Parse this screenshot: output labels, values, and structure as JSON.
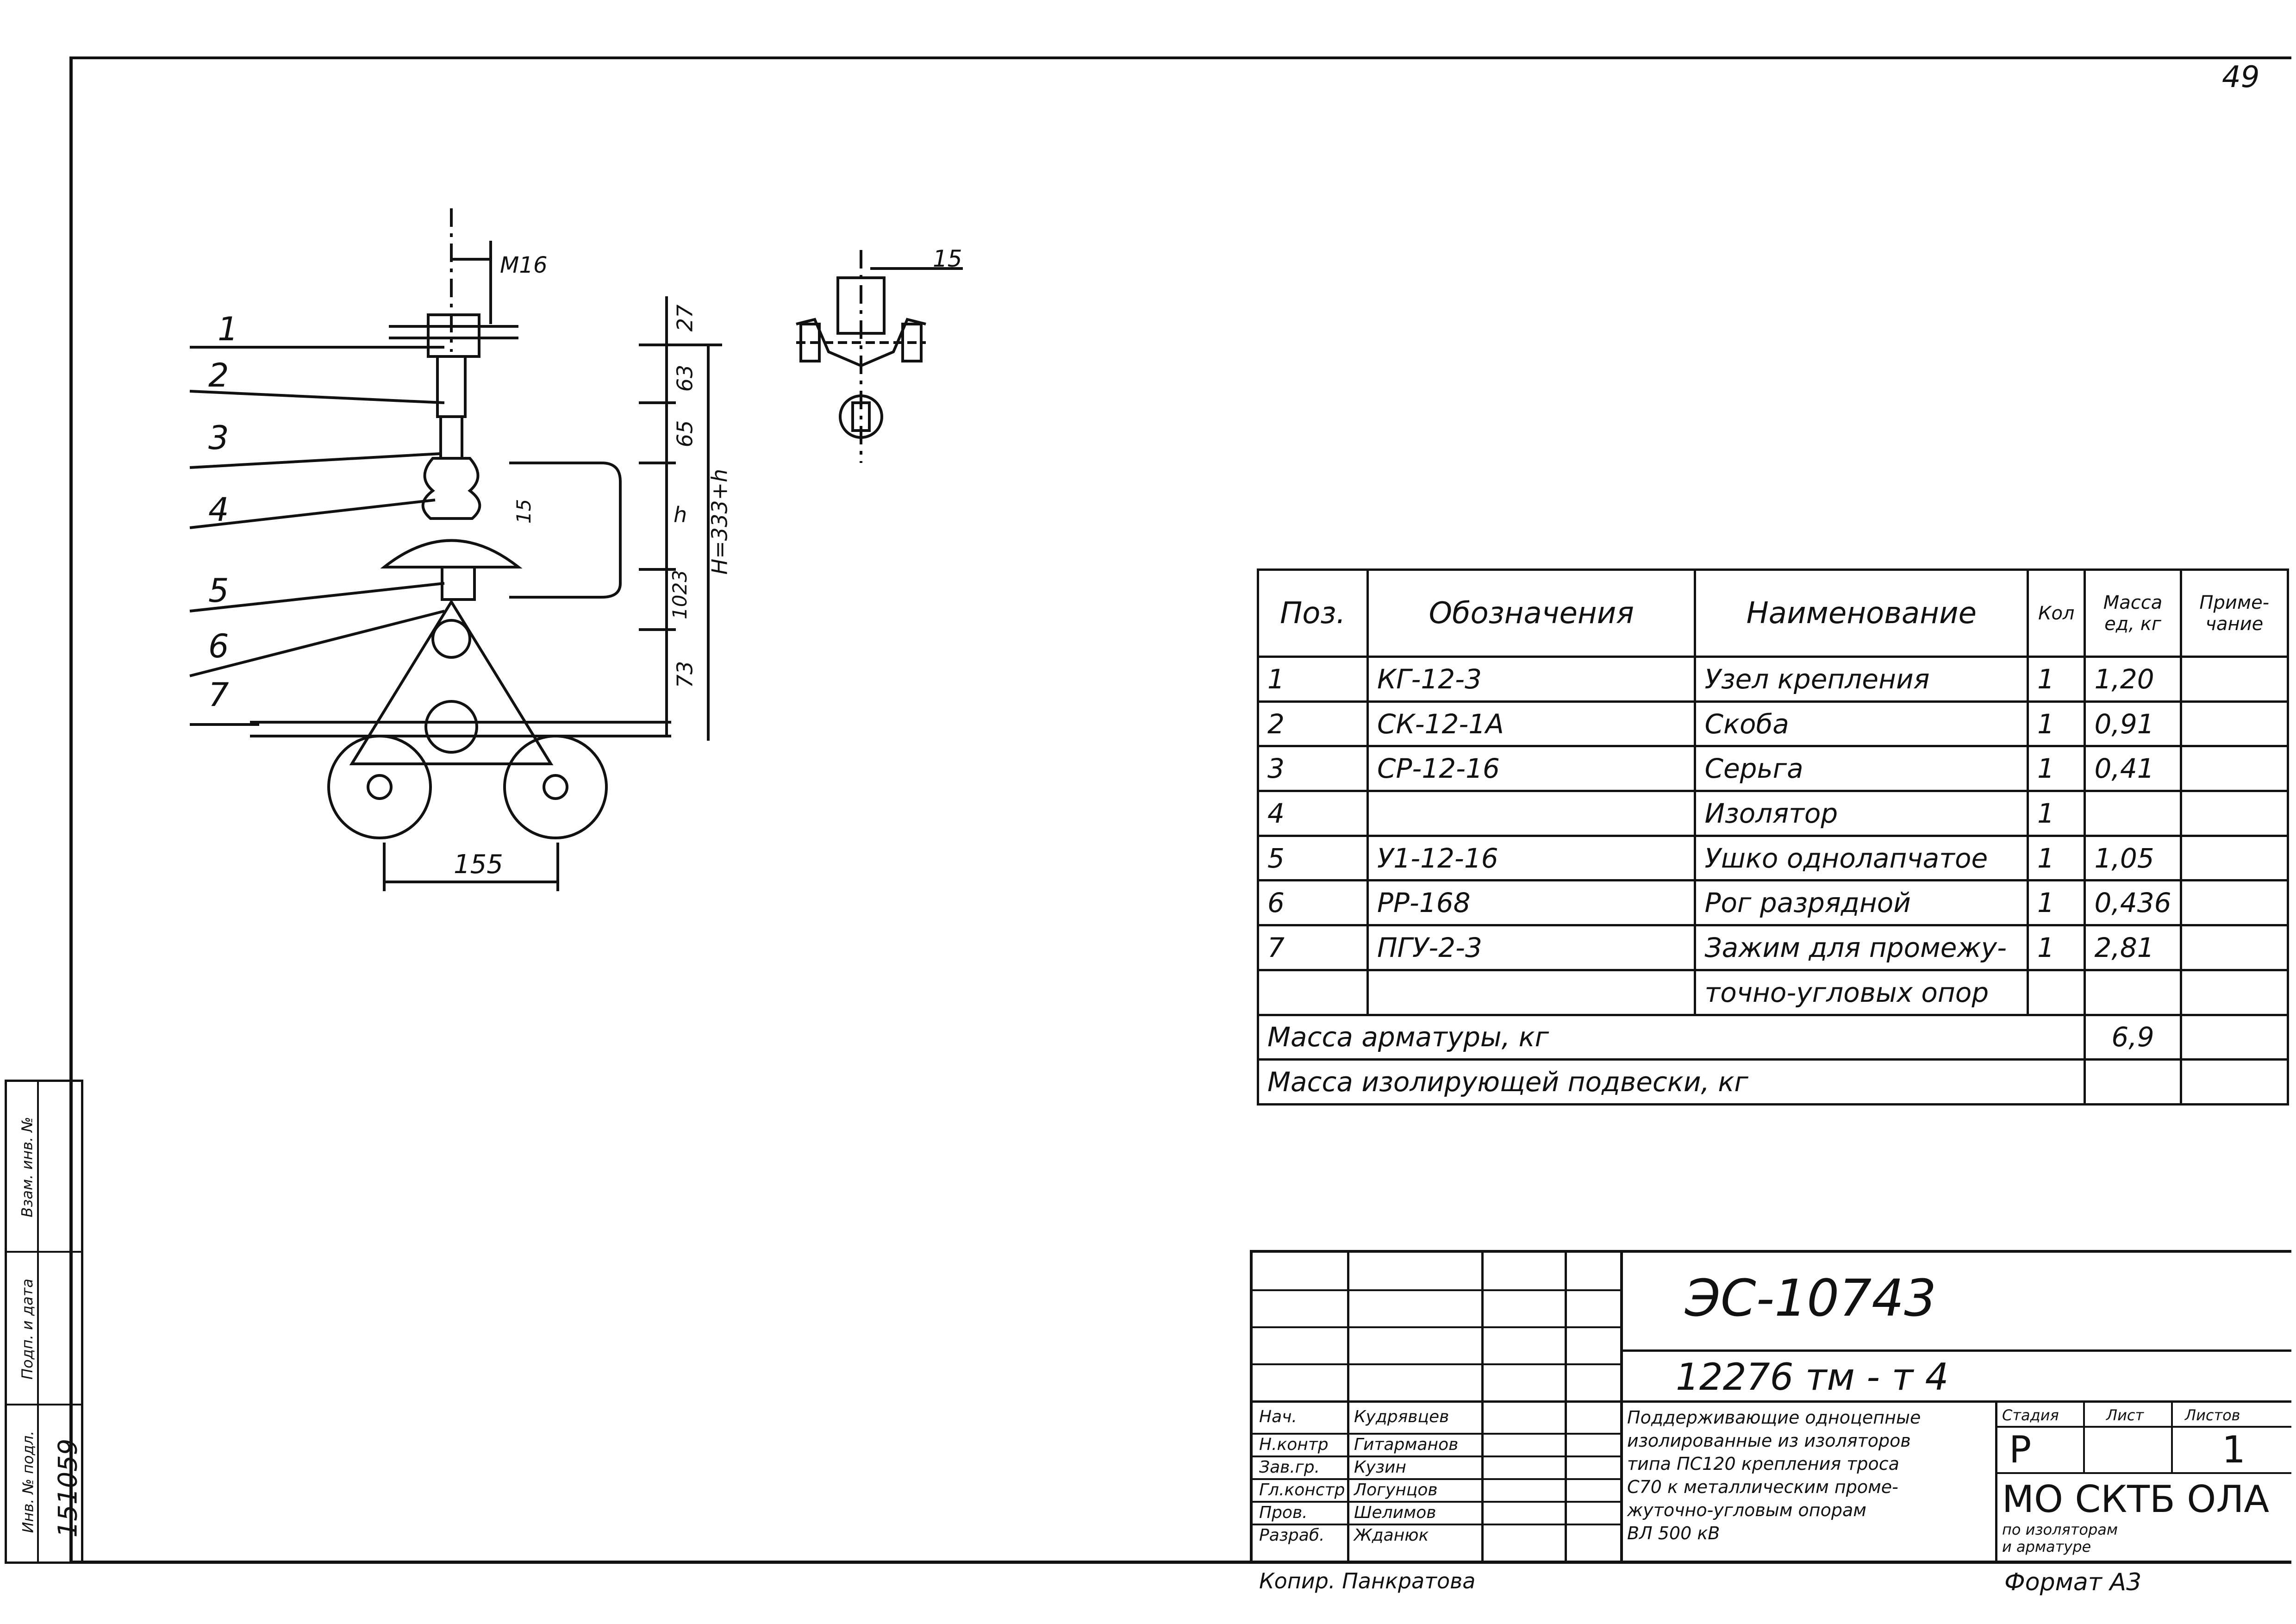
{
  "sheet_number": "49",
  "drawing": {
    "callouts": [
      "1",
      "2",
      "3",
      "4",
      "5",
      "6",
      "7"
    ],
    "dimensions": {
      "thread": "M16",
      "d_27": "27",
      "d_63": "63",
      "d_65": "65",
      "d_h": "h",
      "d_1023": "1023",
      "d_73": "73",
      "d_15": "15",
      "overall": "H=333+h",
      "width_155": "155",
      "side_15": "15"
    }
  },
  "spec_table": {
    "headers": [
      "Поз.",
      "Обозначения",
      "Наименование",
      "Кол",
      "Масса ед, кг",
      "Приме-чание"
    ],
    "rows": [
      [
        "1",
        "КГ-12-3",
        "Узел крепления",
        "1",
        "1,20",
        ""
      ],
      [
        "2",
        "СК-12-1А",
        "Скоба",
        "1",
        "0,91",
        ""
      ],
      [
        "3",
        "СР-12-16",
        "Серьга",
        "1",
        "0,41",
        ""
      ],
      [
        "4",
        "",
        "Изолятор",
        "1",
        "",
        ""
      ],
      [
        "5",
        "У1-12-16",
        "Ушко однолапчатое",
        "1",
        "1,05",
        ""
      ],
      [
        "6",
        "РР-168",
        "Рог разрядной",
        "1",
        "0,436",
        ""
      ],
      [
        "7",
        "ПГУ-2-3",
        "Зажим для промежу-",
        "1",
        "2,81",
        ""
      ],
      [
        "",
        "",
        "точно-угловых опор",
        "",
        "",
        ""
      ]
    ],
    "mass_fittings_label": "Масса арматуры, кг",
    "mass_fittings_value": "6,9",
    "mass_suspension_label": "Масса изолирующей подвески, кг",
    "mass_suspension_value": ""
  },
  "title_block": {
    "doc_code": "ЭС-10743",
    "doc_number": "12276 тм - т 4",
    "roles": [
      "Нач.",
      "Н.контр",
      "Зав.гр.",
      "Гл.констр",
      "Пров.",
      "Разраб."
    ],
    "names": [
      "Кудрявцев",
      "Гитарманов",
      "Кузин",
      "Логунцов",
      "Шелимов",
      "Жданюк"
    ],
    "title_lines": [
      "Поддерживающие одноцепные",
      "изолированные из изоляторов",
      "типа ПС120 крепления троса",
      "С70 к металлическим проме-",
      "жуточно-угловым опорам",
      "ВЛ 500 кВ"
    ],
    "stage_label": "Стадия",
    "sheet_label": "Лист",
    "sheets_label": "Листов",
    "stage": "Р",
    "sheets": "1",
    "org": "МО СКТБ ОЛА",
    "org_sub_1": "по изоляторам",
    "org_sub_2": "и арматуре",
    "copied_by": "Копир. Панкратова",
    "format": "Формат А3"
  },
  "side_stamp": {
    "labels": [
      "Инв. № подл.",
      "Подп. и дата",
      "Взам. инв. №"
    ],
    "inventory_number": "151059"
  }
}
